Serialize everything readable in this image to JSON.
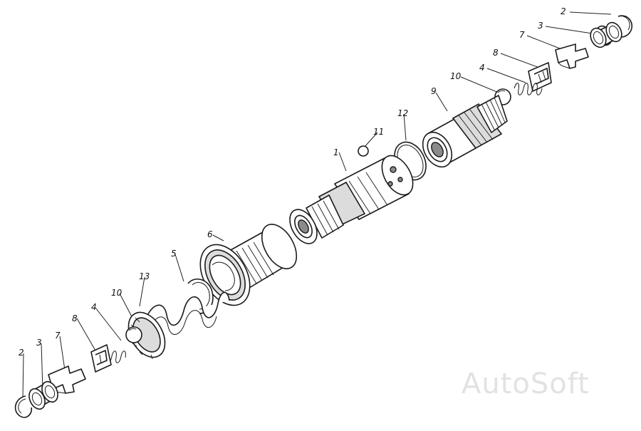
{
  "callouts": {
    "c1": "1",
    "c2_right": "2",
    "c3_right": "3",
    "c7_right": "7",
    "c8_right": "8",
    "c10_right": "10",
    "c4_right": "4",
    "c9": "9",
    "c12": "12",
    "c11": "11",
    "c6": "6",
    "c5": "5",
    "c13": "13",
    "c10_left": "10",
    "c4_left": "4",
    "c8_left": "8",
    "c7_left": "7",
    "c3_left": "3",
    "c2_left": "2"
  },
  "watermark": "AutoSoft"
}
